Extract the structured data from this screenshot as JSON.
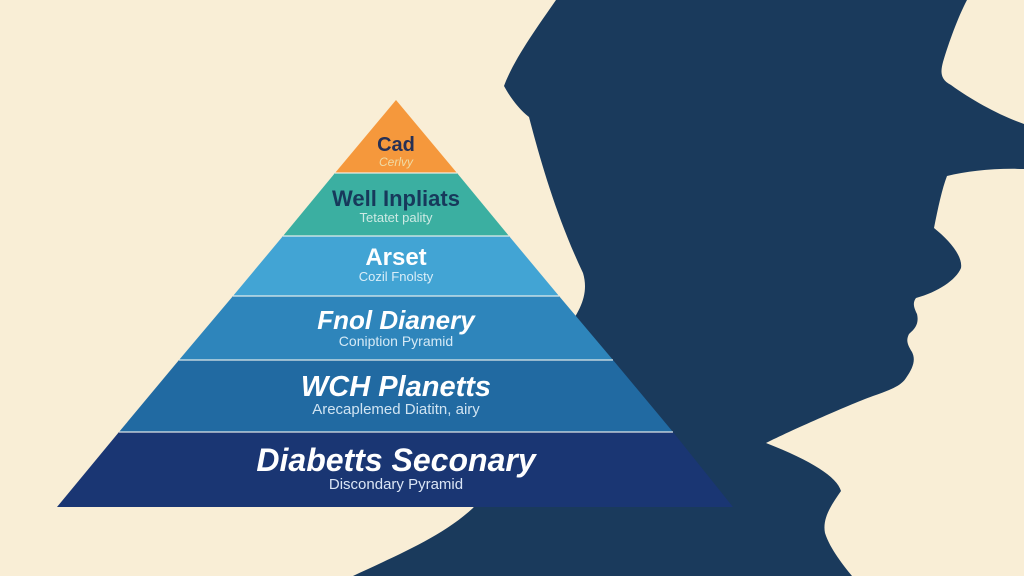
{
  "background_color": "#f9eed6",
  "silhouette_color": "#1a3a5c",
  "separator_line_color": "#f3f6f0",
  "illustration": {
    "description_labels_only": "pyramid-infographic-with-person-silhouette"
  },
  "pyramid": {
    "tiers": [
      {
        "label": "Cad",
        "sublabel": "Cerlvy",
        "color": "#f5983c",
        "label_color": "#263055",
        "sublabel_color": "#f0dba4"
      },
      {
        "label": "Well Inpliats",
        "sublabel": "Tetatet pality",
        "color": "#3bafa1",
        "label_color": "#17395b",
        "sublabel_color": "#cdeae4"
      },
      {
        "label": "Arset",
        "sublabel": "Cozil Fnolsty",
        "color": "#42a4d4",
        "label_color": "#ffffff",
        "sublabel_color": "#daeef8"
      },
      {
        "label": "Fnol Dianery",
        "sublabel": "Coniption Pyramid",
        "color": "#2e85bb",
        "label_color": "#ffffff",
        "sublabel_color": "#d5eaf6"
      },
      {
        "label": "WCH Planetts",
        "sublabel": "Arecaplemed Diatitn, airy",
        "color": "#216aa2",
        "label_color": "#ffffff",
        "sublabel_color": "#d0e4f2"
      },
      {
        "label": "Diabetts Seconary",
        "sublabel": "Discondary Pyramid",
        "color": "#1a3673",
        "label_color": "#ffffff",
        "sublabel_color": "#dae5f5"
      }
    ]
  }
}
